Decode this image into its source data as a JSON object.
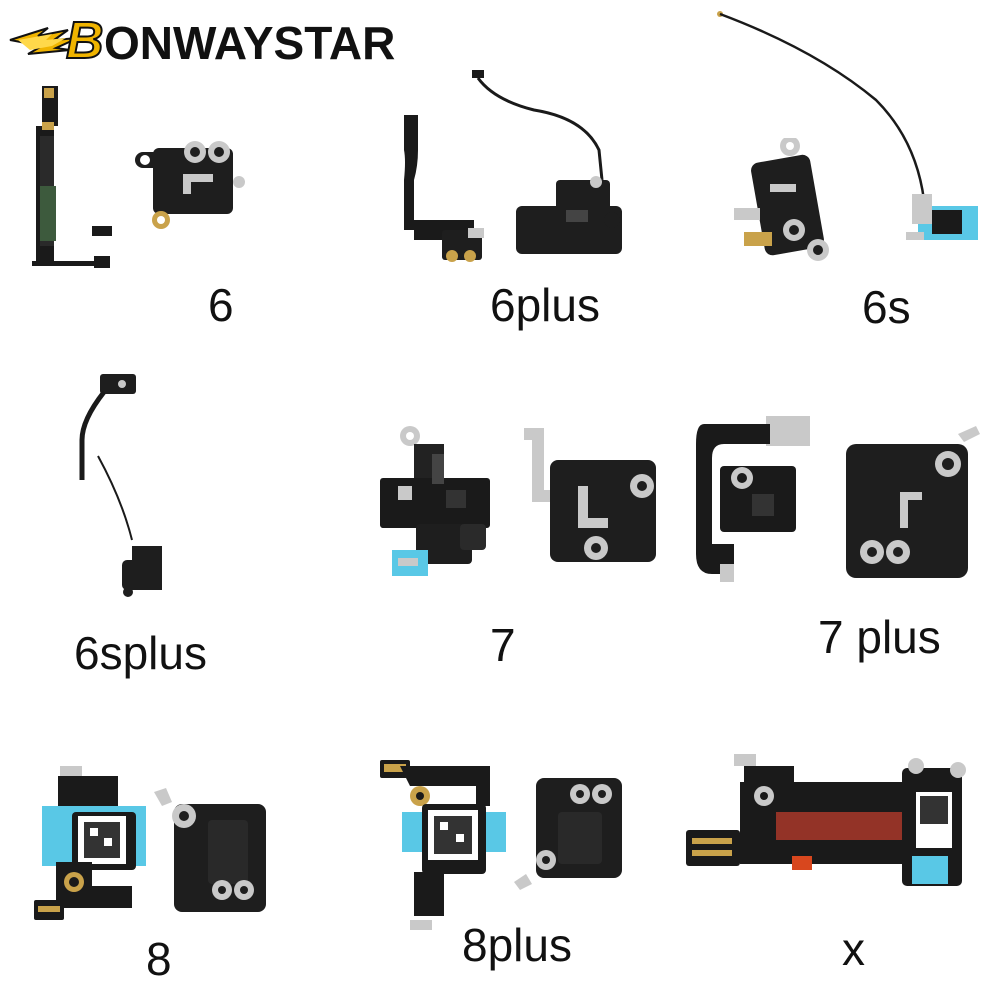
{
  "brand": {
    "text": "ONWAYSTAR",
    "initial": "B"
  },
  "labels": [
    "6",
    "6plus",
    "6s",
    "6splus",
    "7",
    "7 plus",
    "8",
    "8plus",
    "x"
  ],
  "colors": {
    "board": "#1a1a1a",
    "metal": "#c9c9c9",
    "gold": "#c9a24a",
    "blue": "#59c8e6",
    "red": "#b23a2a",
    "brand_flame": "#f0b400"
  }
}
